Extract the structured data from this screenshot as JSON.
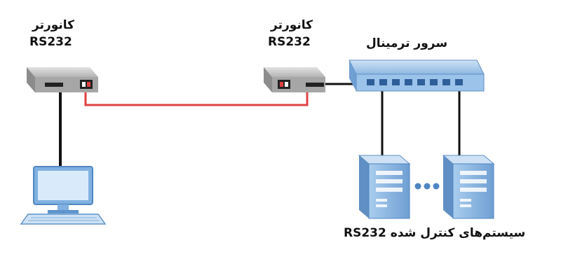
{
  "labels": {
    "converter_left": {
      "name": "کانورتر",
      "type": "RS232"
    },
    "converter_middle": {
      "name": "کانورتر",
      "type": "RS232"
    },
    "terminal_server": "سرور ترمینال",
    "controlled_systems": "سیستم‌های کنترل شده RS232"
  },
  "colors": {
    "device_gray": "#c8c8c8",
    "device_dark": "#7a7a7a",
    "serial_cable": "#e04040",
    "ethernet_cable": "#111111",
    "server_blue": "#8db8e2",
    "server_blue_dark": "#4f86c2",
    "monitor_blue": "#7fb0e0"
  },
  "icons": {
    "converter": "media-converter-icon",
    "terminal_server": "network-switch-icon",
    "computer": "desktop-computer-icon",
    "server": "tower-server-icon"
  }
}
